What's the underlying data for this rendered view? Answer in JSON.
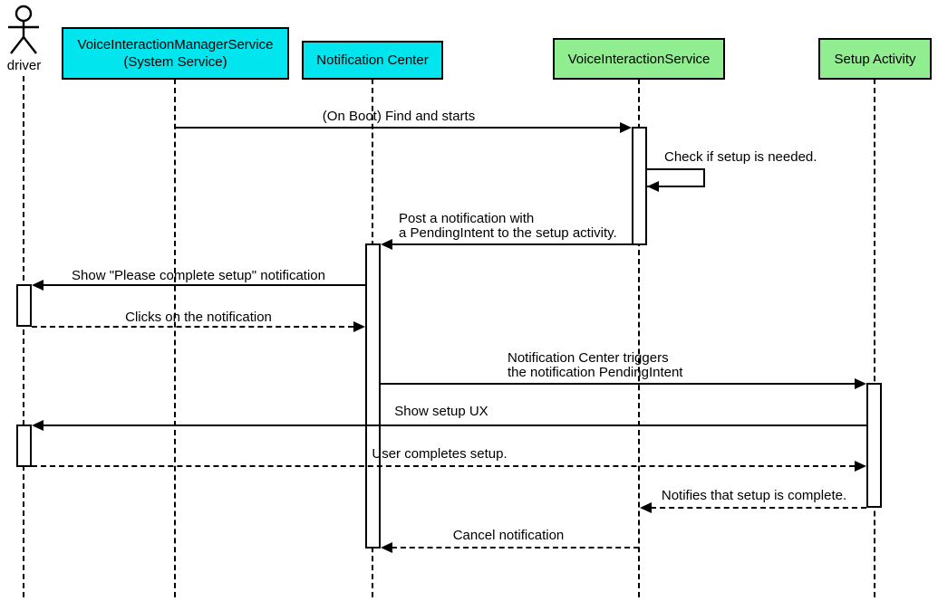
{
  "participants": [
    {
      "id": "driver",
      "kind": "actor",
      "label": "driver"
    },
    {
      "id": "voice-interaction-manager-service",
      "kind": "box",
      "color": "cyan",
      "label": "VoiceInteractionManagerService\n(System Service)"
    },
    {
      "id": "notification-center",
      "kind": "box",
      "color": "cyan",
      "label": "Notification Center"
    },
    {
      "id": "voice-interaction-service",
      "kind": "box",
      "color": "green",
      "label": "VoiceInteractionService"
    },
    {
      "id": "setup-activity",
      "kind": "box",
      "color": "green",
      "label": "Setup Activity"
    }
  ],
  "messages": [
    {
      "label": "(On Boot) Find and starts",
      "from": "voice-interaction-manager-service",
      "to": "voice-interaction-service",
      "line": "solid"
    },
    {
      "label": "Check if setup is needed.",
      "from": "voice-interaction-service",
      "to": "voice-interaction-service",
      "line": "solid-self"
    },
    {
      "label": "Post a notification with\na PendingIntent to the setup activity.",
      "from": "voice-interaction-service",
      "to": "notification-center",
      "line": "solid"
    },
    {
      "label": "Show \"Please complete setup\" notification",
      "from": "notification-center",
      "to": "driver",
      "line": "solid"
    },
    {
      "label": "Clicks on the notification",
      "from": "driver",
      "to": "notification-center",
      "line": "dashed"
    },
    {
      "label": "Notification Center triggers\nthe notification PendingIntent",
      "from": "notification-center",
      "to": "setup-activity",
      "line": "solid"
    },
    {
      "label": "Show setup UX",
      "from": "setup-activity",
      "to": "driver",
      "line": "solid"
    },
    {
      "label": "User completes setup.",
      "from": "driver",
      "to": "setup-activity",
      "line": "dashed"
    },
    {
      "label": "Notifies that setup is complete.",
      "from": "setup-activity",
      "to": "voice-interaction-service",
      "line": "dashed"
    },
    {
      "label": "Cancel notification",
      "from": "voice-interaction-service",
      "to": "notification-center",
      "line": "dashed"
    }
  ],
  "colors": {
    "participant_cyan": "#00e5ee",
    "participant_green": "#90ee90",
    "line": "#000000",
    "background": "#ffffff"
  }
}
